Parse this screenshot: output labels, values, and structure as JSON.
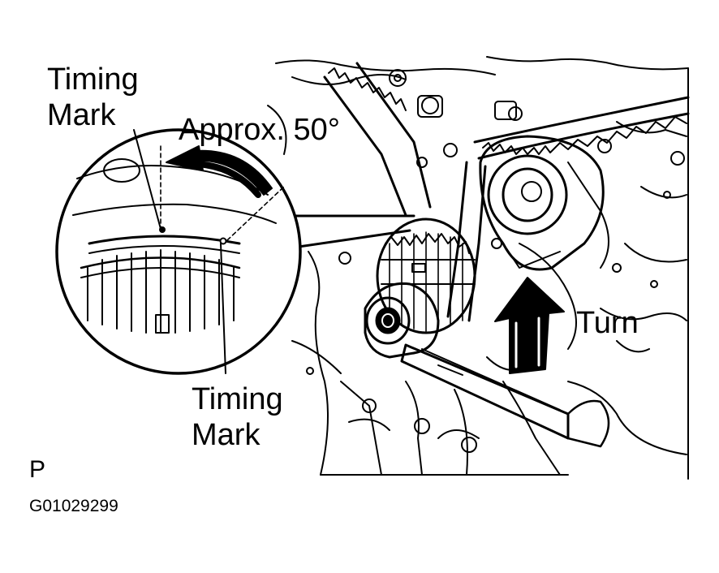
{
  "labels": {
    "timing_mark_top": [
      "Timing",
      "Mark"
    ],
    "timing_mark_bottom": [
      "Timing",
      "Mark"
    ],
    "rotation_angle": "Approx. 50°",
    "turn": "Turn",
    "view_letter": "P",
    "figure_code": "G01029299"
  },
  "colors": {
    "ink": "#000000",
    "paper": "#ffffff"
  },
  "icons": {
    "rotation_arrow": "curved-arrow-icon",
    "turn_arrow": "up-arrow-icon"
  }
}
